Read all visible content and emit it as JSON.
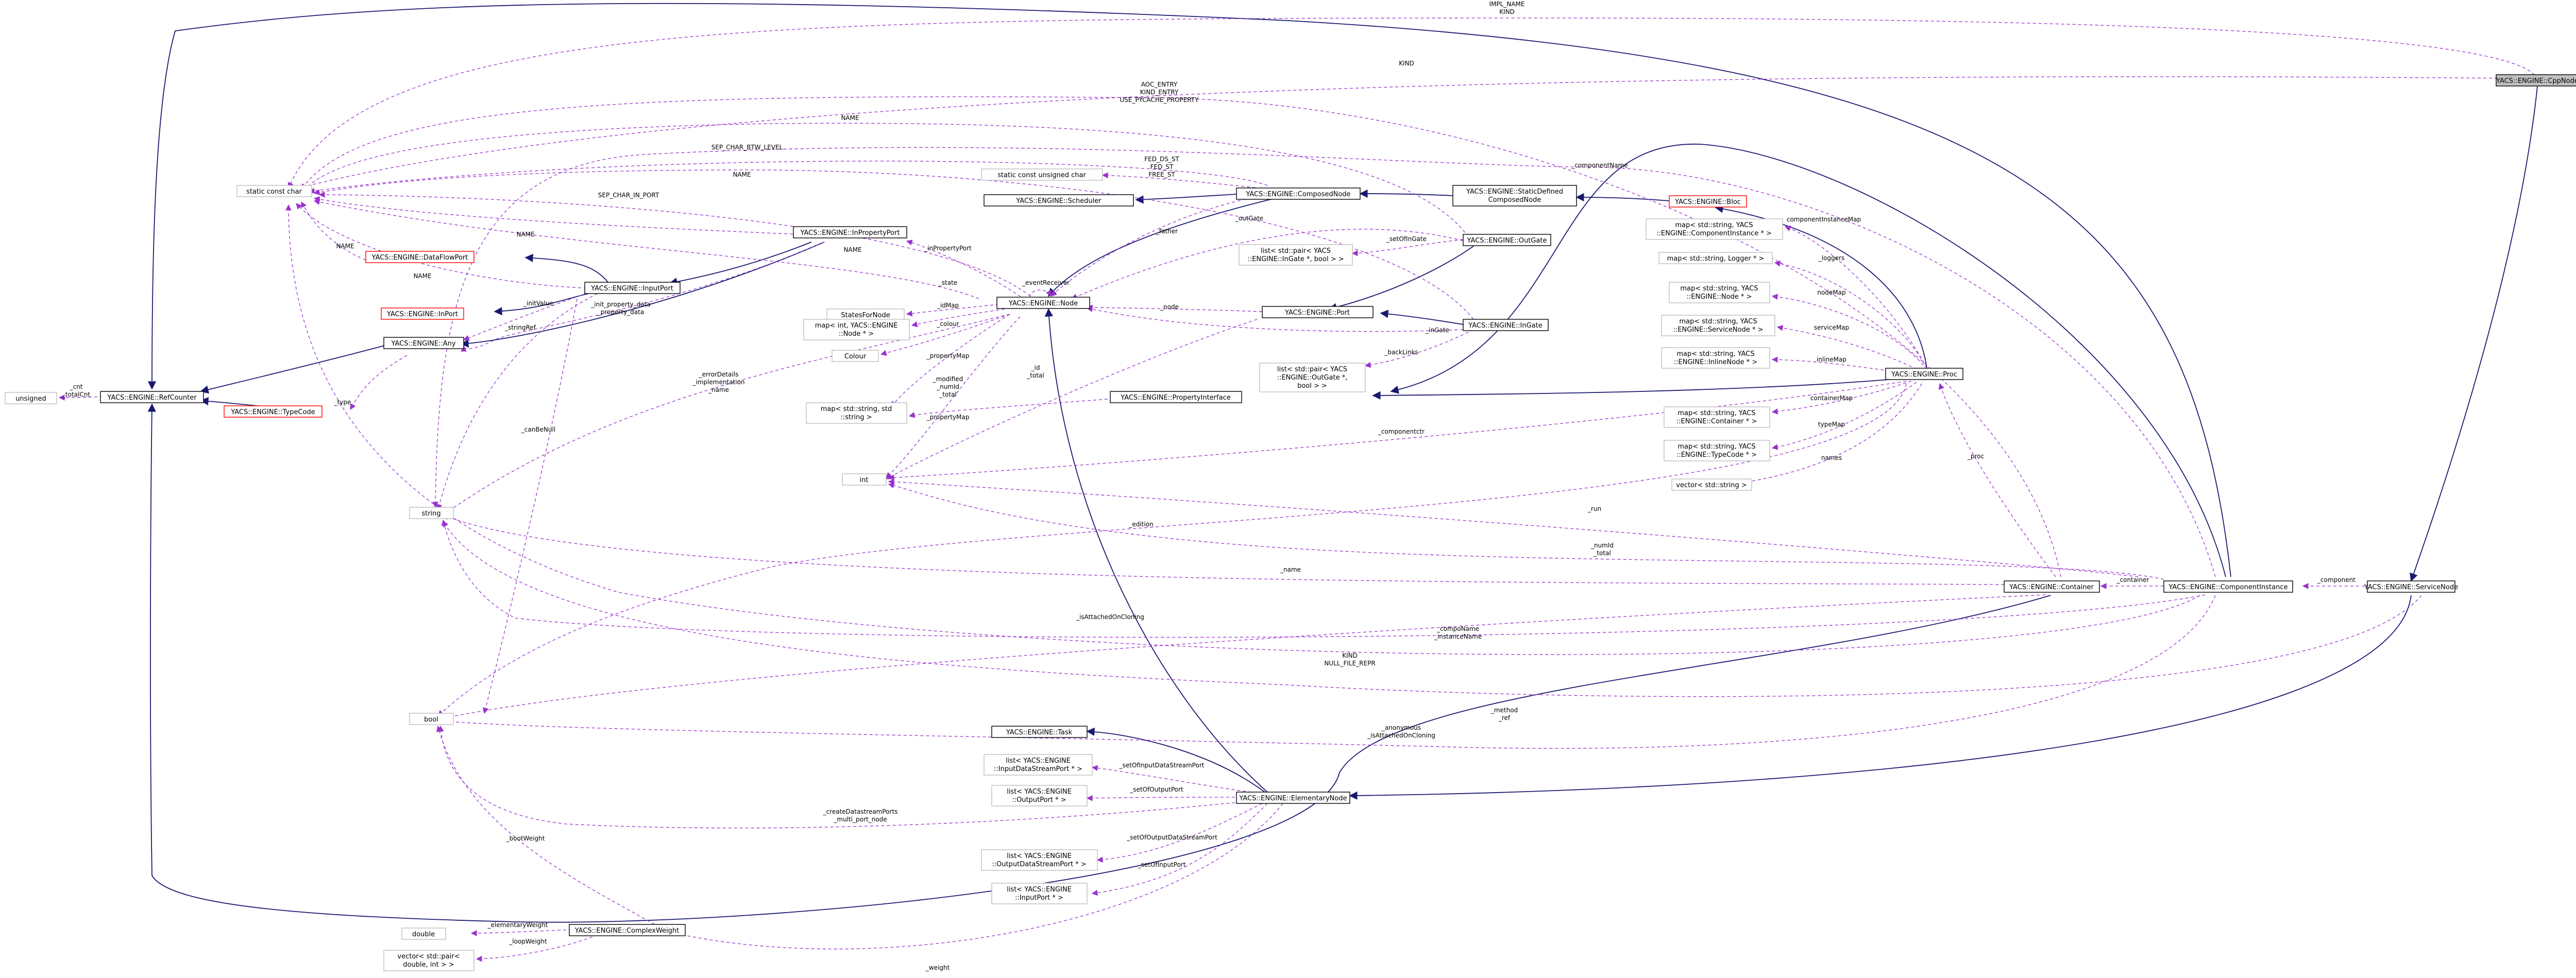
{
  "colors": {
    "inheritance_edge": "#191970",
    "usage_edge": "#9a32cd",
    "highlight_fill": "#bfbfbf",
    "truncated_border": "#ff0000",
    "external_border": "#bfbfbf"
  },
  "nodes": {
    "cppnode": "YACS::ENGINE::CppNode",
    "servicenode": "YACS::ENGINE::ServiceNode",
    "componentinstance": "YACS::ENGINE::ComponentInstance",
    "container": "YACS::ENGINE::Container",
    "proc": "YACS::ENGINE::Proc",
    "bloc": "YACS::ENGINE::Bloc",
    "staticdefined": [
      "YACS::ENGINE::StaticDefined",
      "ComposedNode"
    ],
    "composednode": "YACS::ENGINE::ComposedNode",
    "scheduler": "YACS::ENGINE::Scheduler",
    "static_char_short": "static const unsigned char",
    "outgate": "YACS::ENGINE::OutGate",
    "ingate": "YACS::ENGINE::InGate",
    "port": "YACS::ENGINE::Port",
    "node": "YACS::ENGINE::Node",
    "propertyinterface": "YACS::ENGINE::PropertyInterface",
    "elementarynode": "YACS::ENGINE::ElementaryNode",
    "task": "YACS::ENGINE::Task",
    "complexweight": "YACS::ENGINE::ComplexWeight",
    "inpropertyport": "YACS::ENGINE::InPropertyPort",
    "inputport": "YACS::ENGINE::InputPort",
    "dataflowport": "YACS::ENGINE::DataFlowPort",
    "inport": "YACS::ENGINE::InPort",
    "any": "YACS::ENGINE::Any",
    "refcounter": "YACS::ENGINE::RefCounter",
    "typecode": "YACS::ENGINE::TypeCode",
    "unsigned": "unsigned",
    "static_const_char": "static const char",
    "string": "string",
    "int": "int",
    "bool": "bool",
    "double": "double",
    "vector_pair": [
      "vector< std::pair<",
      "double, int > >"
    ],
    "statesfornode": "StatesForNode",
    "map_int_node": [
      "map< int, YACS::ENGINE",
      "::Node * >"
    ],
    "colour": "Colour",
    "map_string_string": [
      "map< std::string, std",
      "::string >"
    ],
    "list_ingate_pair": [
      "list< std::pair< YACS",
      "::ENGINE::InGate *, bool > >"
    ],
    "list_outgate_pair": [
      "list< std::pair< YACS",
      "::ENGINE::OutGate *,",
      "bool > >"
    ],
    "map_compinst": [
      "map< std::string, YACS",
      "::ENGINE::ComponentInstance * >"
    ],
    "map_logger": "map< std::string, Logger * >",
    "map_node": [
      "map< std::string, YACS",
      "::ENGINE::Node * >"
    ],
    "map_servicenode": [
      "map< std::string, YACS",
      "::ENGINE::ServiceNode * >"
    ],
    "map_inlinenode": [
      "map< std::string, YACS",
      "::ENGINE::InlineNode * >"
    ],
    "map_container": [
      "map< std::string, YACS",
      "::ENGINE::Container * >"
    ],
    "map_typecode": [
      "map< std::string, YACS",
      "::ENGINE::TypeCode * >"
    ],
    "vector_string": "vector< std::string >",
    "list_inputdsp": [
      "list< YACS::ENGINE",
      "::InputDataStreamPort * >"
    ],
    "list_outputport": [
      "list< YACS::ENGINE",
      "::OutputPort * >"
    ],
    "list_outputdsp": [
      "list< YACS::ENGINE",
      "::OutputDataStreamPort * >"
    ],
    "list_inputport": [
      "list< YACS::ENGINE",
      "::InputPort * >"
    ]
  },
  "edge_labels": {
    "impl_kind": [
      "IMPL_NAME",
      "KIND"
    ],
    "kind": "KIND",
    "aoc": [
      "AOC_ENTRY",
      "KIND_ENTRY",
      "USE_PYCACHE_PROPERTY"
    ],
    "name_top": "NAME",
    "sep_char_btw_level": "SEP_CHAR_BTW_LEVEL",
    "name_mid": "NAME",
    "sep_char_in_port": "SEP_CHAR_IN_PORT",
    "name_left1": "NAME",
    "name_left2": "NAME",
    "name_left3": "NAME",
    "name_left4": "NAME",
    "fed": [
      "FED_DS_ST",
      "FED_ST",
      "FREE_ST"
    ],
    "father": "_father",
    "outgate": "_outGate",
    "setofingate": "_setOfInGate",
    "backlinks": "_backLinks",
    "node_lbl": "_node",
    "ingate": "_inGate",
    "eventreceiver": "_eventReceiver",
    "state": "_state",
    "idmap": "_idMap",
    "colour_lbl": "_colour",
    "propertymap1": "_propertyMap",
    "propertymap2": "_propertyMap",
    "modified": [
      "_modified",
      "_numId",
      "_total"
    ],
    "id_total": [
      "_id",
      "_total"
    ],
    "inpropertyport": "_inPropertyPort",
    "errordetails": [
      "_errorDetails",
      "_implementation",
      "_name"
    ],
    "initvalue": "_initValue",
    "stringref": "_stringRef",
    "init_property_data": [
      "_init_property_data",
      "_property_data"
    ],
    "type": "_type",
    "canbenull": "_canBeNull",
    "cnt": [
      "_cnt",
      "_totalCnt"
    ],
    "componentname": "_componentName",
    "componentinstancemap": "componentInstanceMap",
    "loggers": "_loggers",
    "nodemap": "nodeMap",
    "servicemap": "serviceMap",
    "inlinemap": "inlineMap",
    "containermap": "containerMap",
    "typemap": "typeMap",
    "names": "names",
    "componentctr": "_componentctr",
    "edition": "_edition",
    "run": "_run",
    "numid_total": [
      "_numId",
      "_total"
    ],
    "proc": "_proc",
    "name_lbl": "_name",
    "container": "_container",
    "component": "_component",
    "isattached": "_isAttachedOnCloning",
    "componame": [
      "_compoName",
      "_instanceName"
    ],
    "kind_null": [
      "KIND",
      "NULL_FILE_REPR"
    ],
    "method_ref": [
      "_method",
      "_ref"
    ],
    "anonymous": [
      "_anonymous",
      "_isAttachedOnCloning"
    ],
    "setofinputdsp": "_setOfInputDataStreamPort",
    "setofoutputport": "_setOfOutputPort",
    "createdatastream": [
      "_createDatastreamPorts",
      "_multi_port_node"
    ],
    "setofoutputdsp": "_setOfOutputDataStreamPort",
    "setofinputport": "_setOfInputPort",
    "bootweight": "_bootWeight",
    "elementaryweight": "_elementaryWeight",
    "loopweight": "_loopWeight",
    "weight": "_weight"
  }
}
